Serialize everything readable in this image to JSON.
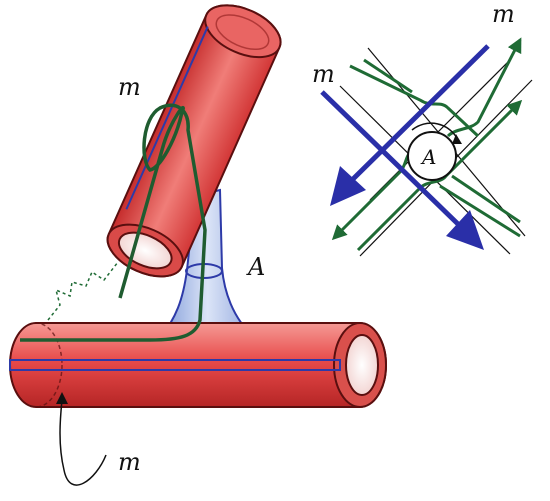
{
  "labels": {
    "m_upper": "m",
    "m_right": "m",
    "m_right_top": "m",
    "m_bottom": "m",
    "a_left": "A",
    "a_right": "A"
  },
  "colors": {
    "tube_red": "#e84a4a",
    "tube_dark": "#8c1b1b",
    "neck_blue": "#a9bde6",
    "neck_edge": "#2d3aa8",
    "strand_green": "#1f6b35",
    "arrow_blue": "#2a2fa8",
    "line_black": "#111111"
  }
}
